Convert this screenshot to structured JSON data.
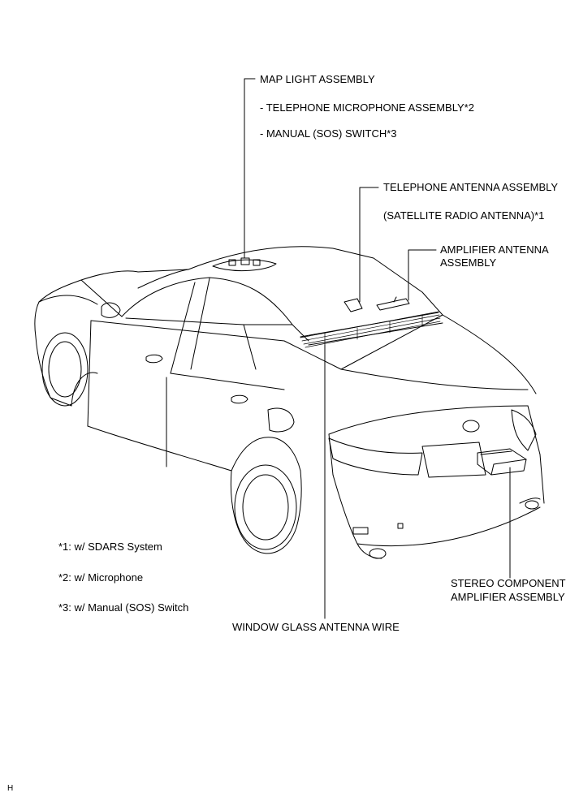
{
  "labels": {
    "map_light": "MAP LIGHT ASSEMBLY",
    "tel_mic": "- TELEPHONE MICROPHONE ASSEMBLY*2",
    "manual_sos": "- MANUAL (SOS) SWITCH*3",
    "tel_antenna": "TELEPHONE ANTENNA ASSEMBLY",
    "sat_radio": "(SATELLITE RADIO ANTENNA)*1",
    "amp_antenna_1": "AMPLIFIER ANTENNA",
    "amp_antenna_2": "ASSEMBLY",
    "stereo_1": "STEREO COMPONENT",
    "stereo_2": "AMPLIFIER ASSEMBLY",
    "window_glass": "WINDOW GLASS ANTENNA WIRE"
  },
  "notes": [
    "*1: w/ SDARS System",
    "*2: w/ Microphone",
    "*3: w/ Manual (SOS) Switch"
  ],
  "corner_code": "H"
}
